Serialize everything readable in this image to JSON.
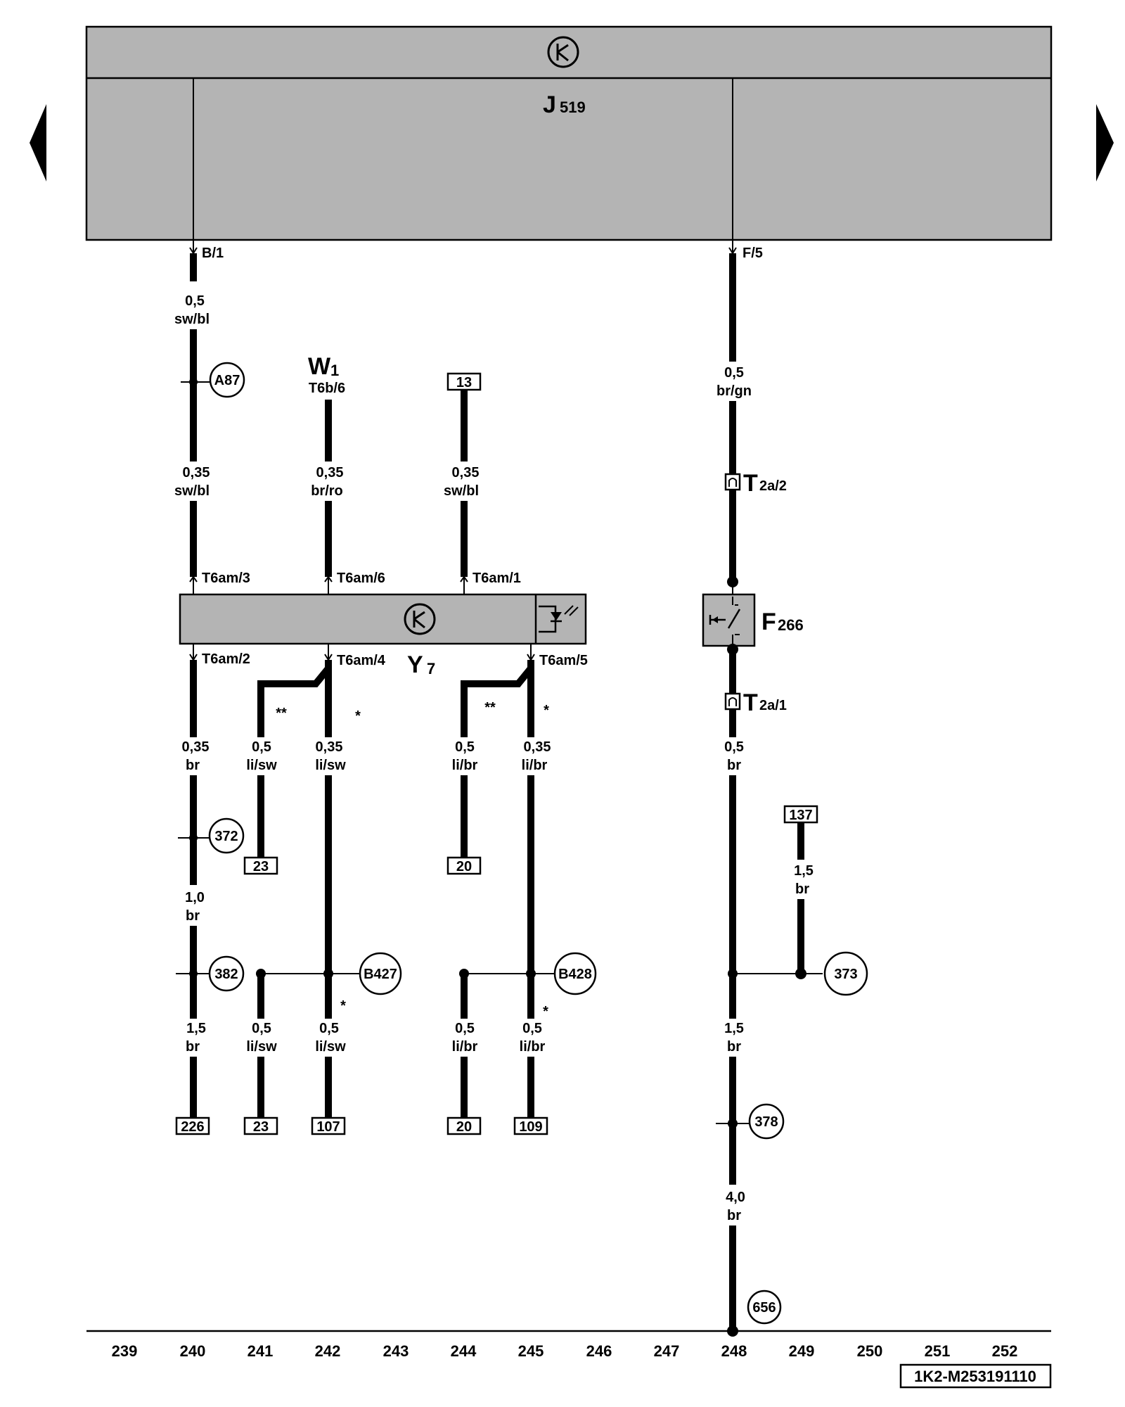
{
  "nav": {
    "prev_icon": "triangle-left-icon",
    "next_icon": "triangle-right-icon"
  },
  "module_j": {
    "letter": "J",
    "number": "519",
    "icon": "electronic-module-icon"
  },
  "wires_top": {
    "b1": "B/1",
    "f5": "F/5"
  },
  "labels": {
    "w240a_size": "0,5",
    "w240a_color": "sw/bl",
    "w240b_size": "0,35",
    "w240b_color": "sw/bl",
    "w1_letter": "W",
    "w1_num": "1",
    "w1_pin": "T6b/6",
    "w242a_size": "0,35",
    "w242a_color": "br/ro",
    "w244a_size": "0,35",
    "w244a_color": "sw/bl",
    "w248a_size": "0,5",
    "w248a_color": "br/gn",
    "t2a2_letter": "T",
    "t2a2_sub": "2a/2",
    "t2a1_letter": "T",
    "t2a1_sub": "2a/1",
    "f266_letter": "F",
    "f266_num": "266",
    "p_t6am3": "T6am/3",
    "p_t6am6": "T6am/6",
    "p_t6am1": "T6am/1",
    "p_t6am2": "T6am/2",
    "p_t6am4": "T6am/4",
    "p_t6am5": "T6am/5",
    "y7_letter": "Y",
    "y7_num": "7",
    "w240c_size": "0,35",
    "w240c_color": "br",
    "w241a_size": "0,5",
    "w241a_color": "li/sw",
    "w242b_size": "0,35",
    "w242b_color": "li/sw",
    "w244b_size": "0,5",
    "w244b_color": "li/br",
    "w245a_size": "0,35",
    "w245a_color": "li/br",
    "w248b_size": "0,5",
    "w248b_color": "br",
    "w240d_size": "1,0",
    "w240d_color": "br",
    "w249_size": "1,5",
    "w249_color": "br",
    "w240e_size": "1,5",
    "w240e_color": "br",
    "w241b_size": "0,5",
    "w241b_color": "li/sw",
    "w242c_size": "0,5",
    "w242c_color": "li/sw",
    "w244c_size": "0,5",
    "w244c_color": "li/br",
    "w245b_size": "0,5",
    "w245b_color": "li/br",
    "w248c_size": "1,5",
    "w248c_color": "br",
    "w248d_size": "4,0",
    "w248d_color": "br",
    "star2": "**",
    "star1": "*"
  },
  "circles": {
    "a87": "A87",
    "c372": "372",
    "c382": "382",
    "b427": "B427",
    "b428": "B428",
    "c373": "373",
    "c378": "378",
    "c656": "656"
  },
  "boxes": {
    "b13": "13",
    "b23a": "23",
    "b20a": "20",
    "b137": "137",
    "b226": "226",
    "b23b": "23",
    "b107": "107",
    "b20b": "20",
    "b109": "109"
  },
  "scale": [
    "239",
    "240",
    "241",
    "242",
    "243",
    "244",
    "245",
    "246",
    "247",
    "248",
    "249",
    "250",
    "251",
    "252"
  ],
  "doc_code": "1K2-M253191110"
}
